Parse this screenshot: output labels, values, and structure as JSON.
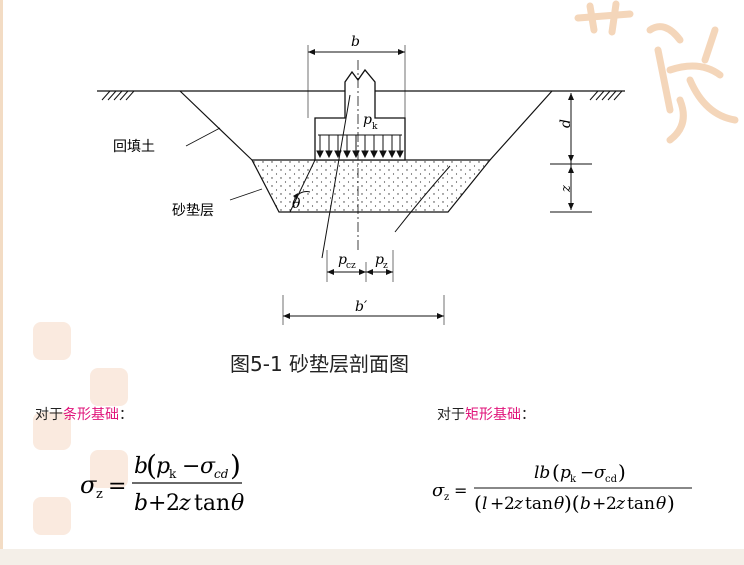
{
  "diagram": {
    "label_b": "b",
    "label_pk": "p",
    "label_pk_sub": "k",
    "label_d": "d",
    "label_z": "z",
    "label_theta": "θ",
    "label_pcz": "p",
    "label_pcz_sub": "cz",
    "label_pz": "p",
    "label_pz_sub": "z",
    "label_bprime": "b′",
    "label_backfill": "回填土",
    "label_sand": "砂垫层"
  },
  "caption": "图5-1   砂垫层剖面图",
  "strip": {
    "prefix": "对于",
    "highlight": "条形基础",
    "suffix": "："
  },
  "rect": {
    "prefix": "对于",
    "highlight": "矩形基础",
    "suffix": "："
  },
  "colors": {
    "highlight": "#e0137a",
    "watermark": "#f0c39e"
  }
}
